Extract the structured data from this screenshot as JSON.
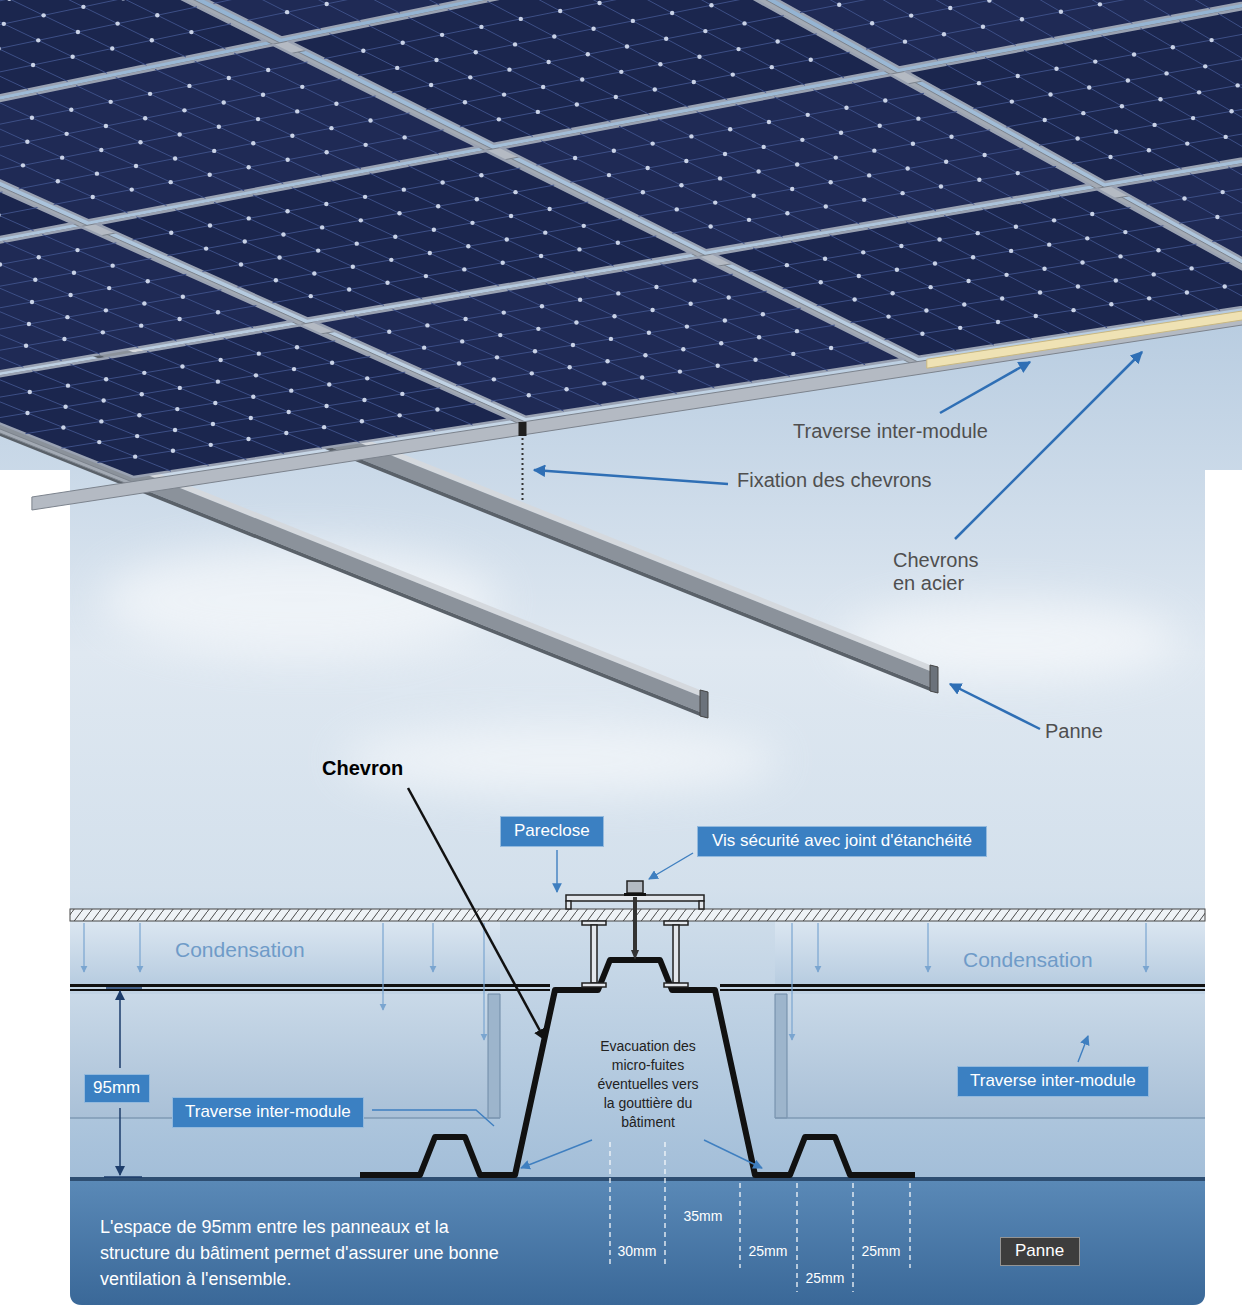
{
  "diagram": {
    "nodes": [
      {
        "text": [
          "Pareclose"
        ]
      },
      {
        "text": [
          "Vis sécurité avec joint d'étanchéité"
        ]
      },
      {
        "text": [
          "95mm"
        ]
      },
      {
        "text": [
          "Traverse inter-module"
        ]
      },
      {
        "text": [
          "Traverse inter-module"
        ]
      },
      {
        "text": [
          "L'espace de 95mm entre les panneaux et la structure du bâtiment permet d'assurer une bonne ventilation à l'ensemble."
        ]
      },
      {
        "text": [
          "Panne"
        ],
        "in": 5
      }
    ],
    "labels": [
      "Traverse inter-module",
      "Fixation des chevrons",
      "Chevrons en acier",
      "Panne",
      "Chevron",
      "Condensation",
      "Condensation",
      "Evacuation des micro-fuites éventuelles vers la gouttière du bâtiment",
      "35mm",
      "30mm",
      "25mm",
      "25mm",
      "25mm"
    ]
  }
}
